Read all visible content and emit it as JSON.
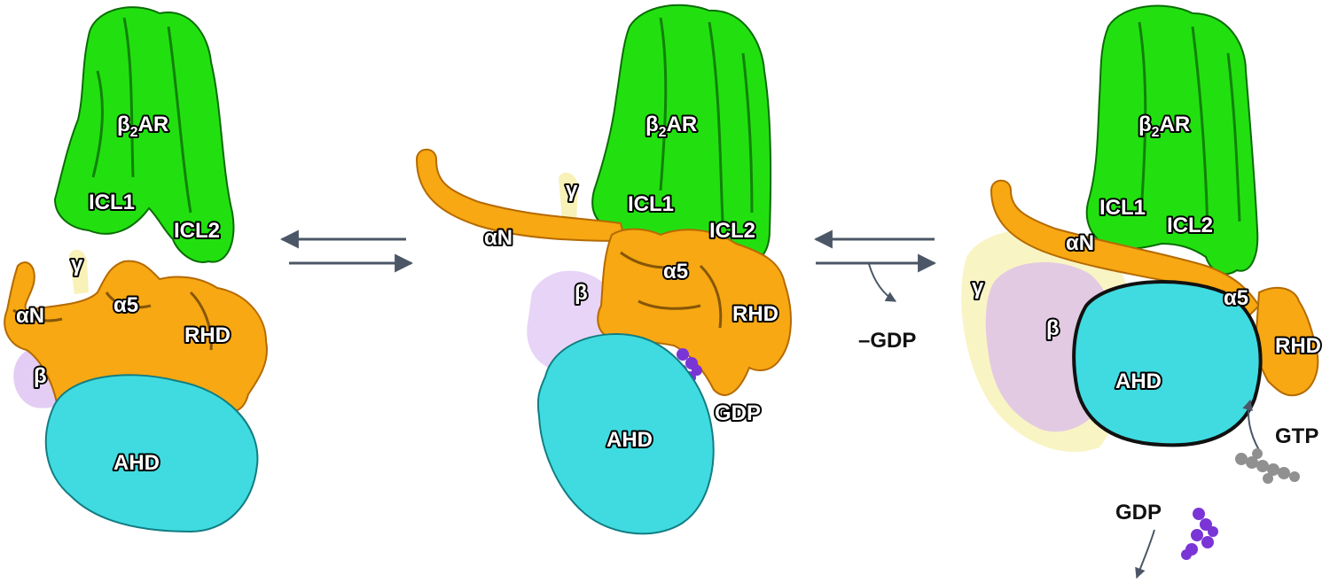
{
  "panels": [
    {
      "id": "panel-1",
      "labels": {
        "receptor": "β",
        "receptor_sub": "2",
        "receptor_rest": "AR",
        "icl1": "ICL1",
        "icl2": "ICL2",
        "gamma": "γ",
        "alpha_n": "αN",
        "alpha5": "α5",
        "rhd": "RHD",
        "beta": "β",
        "ahd": "AHD"
      }
    },
    {
      "id": "panel-2",
      "labels": {
        "receptor": "β",
        "receptor_sub": "2",
        "receptor_rest": "AR",
        "icl1": "ICL1",
        "icl2": "ICL2",
        "gamma": "γ",
        "alpha_n": "αN",
        "alpha5": "α5",
        "rhd": "RHD",
        "beta": "β",
        "ahd": "AHD",
        "gdp": "GDP"
      }
    },
    {
      "id": "panel-3",
      "labels": {
        "receptor": "β",
        "receptor_sub": "2",
        "receptor_rest": "AR",
        "icl1": "ICL1",
        "icl2": "ICL2",
        "gamma": "γ",
        "alpha_n": "αN",
        "alpha5": "α5",
        "rhd": "RHD",
        "beta": "β",
        "ahd": "AHD",
        "gtp": "GTP",
        "gdp": "GDP"
      }
    }
  ],
  "transitions": {
    "second_label": "–GDP"
  },
  "colors": {
    "receptor": "#22e010",
    "g_alpha_ras": "#f7a812",
    "ahd": "#3fdbe0",
    "beta": "#d9b8f0",
    "gamma": "#f7f0b0",
    "gdp": "#7a35d6",
    "gtp": "#909090",
    "arrow": "#4b5766"
  }
}
